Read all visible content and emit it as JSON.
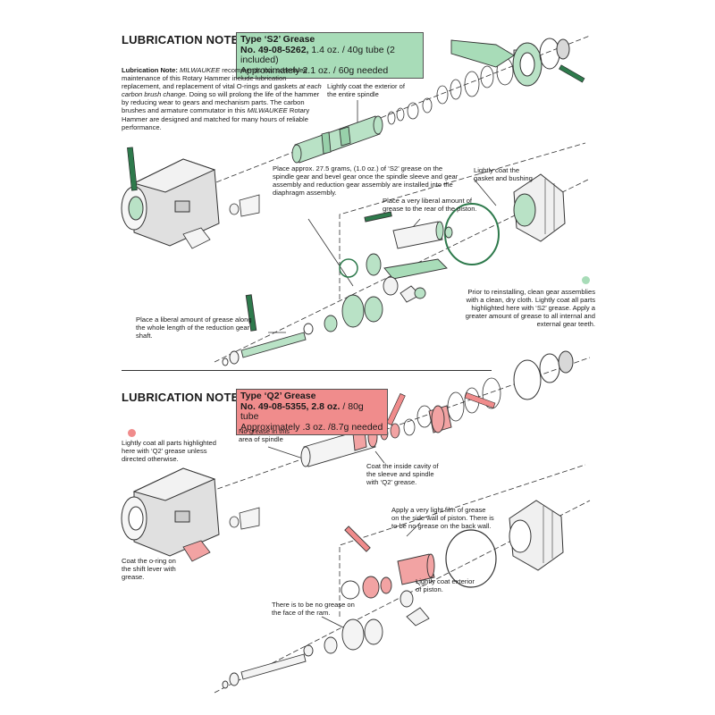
{
  "colors": {
    "s2_green": "#a8dcb8",
    "q2_red": "#f08c8c",
    "s2_part_fill": "#b9e2c6",
    "q2_part_fill": "#f2a3a3"
  },
  "s2": {
    "heading": "LUBRICATION NOTES:",
    "type": "Type ‘S2’ Grease",
    "part_number": "No. 49-08-5262,",
    "size": " 1.4 oz. / 40g tube (2 included)",
    "amount": "Approximately 2.1 oz. / 60g needed"
  },
  "intro": {
    "label": "Lubrication Note:",
    "brand": "MILWAUKEE",
    "text1": " recommends that scheduled maintenance of this Rotary Hammer include lubrication replacement, and replacement of vital O-rings and gaskets ",
    "italic1": "at each carbon brush change.",
    "text2": " Doing so will prolong the life of the hammer by reducing wear to gears and mechanism parts. The carbon brushes and armature commutator in this ",
    "italic2": "MILWAUKEE",
    "text3": " Rotary Hammer are designed and matched for many hours of reliable performance."
  },
  "s2_notes": {
    "spindle": "Lightly coat the exterior of the entire spindle",
    "place_grease": "Place approx. 27.5 grams, (1.0 oz.) of ‘S2’ grease on the spindle gear and bevel gear once the spindle sleeve and gear assembly and reduction gear assembly are installed into the diaphragm assembly.",
    "gasket": "Lightly coat the gasket and bushing",
    "piston": "Place a very liberal amount of grease to the rear of the piston.",
    "reinstall": "Prior to reinstalling, clean gear assemblies with a clean, dry cloth. Lightly coat all parts highlighted here with ‘S2’ grease. Apply a greater amount of grease to all internal and external gear teeth.",
    "reduction": "Place a liberal amount of grease along the whole length of the reduction gear shaft."
  },
  "q2": {
    "heading": "LUBRICATION NOTES:",
    "type": "Type ‘Q2’ Grease",
    "part_number": "No. 49-08-5355, 2.8 oz.",
    "size": " / 80g tube",
    "amount": "Approximately .3 oz. /8.7g needed"
  },
  "q2_notes": {
    "coat_parts": "Lightly coat all parts highlighted here with ‘Q2’ grease unless directed otherwise.",
    "no_grease_spindle": "No grease in this area of spindle",
    "inside_cavity": "Coat the inside cavity of the sleeve and spindle with ‘Q2’ grease.",
    "piston_film": "Apply a very light film of grease on the side wall of piston. There is to be no grease on the back wall.",
    "oring": "Coat the o-ring on the shift lever with grease.",
    "piston_exterior": "Lightly coat exterior of piston.",
    "ram_face": "There is to be no grease on the face of the ram."
  }
}
